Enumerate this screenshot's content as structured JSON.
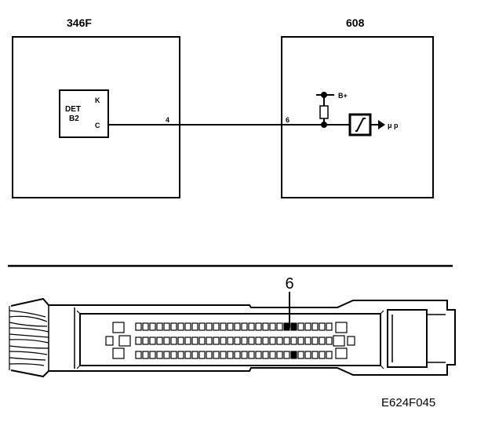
{
  "left_module": {
    "id": "346F",
    "detector": {
      "line1": "DET",
      "line2": "B2",
      "pin_k": "K",
      "pin_c": "C"
    },
    "wire_pin": "4"
  },
  "right_module": {
    "id": "608",
    "wire_pin": "6",
    "supply_label": "B+",
    "output_label": "μ p"
  },
  "connector": {
    "callout_pin": "6"
  },
  "figure_code": "E624F045",
  "colors": {
    "line": "#000000",
    "background": "#ffffff"
  }
}
